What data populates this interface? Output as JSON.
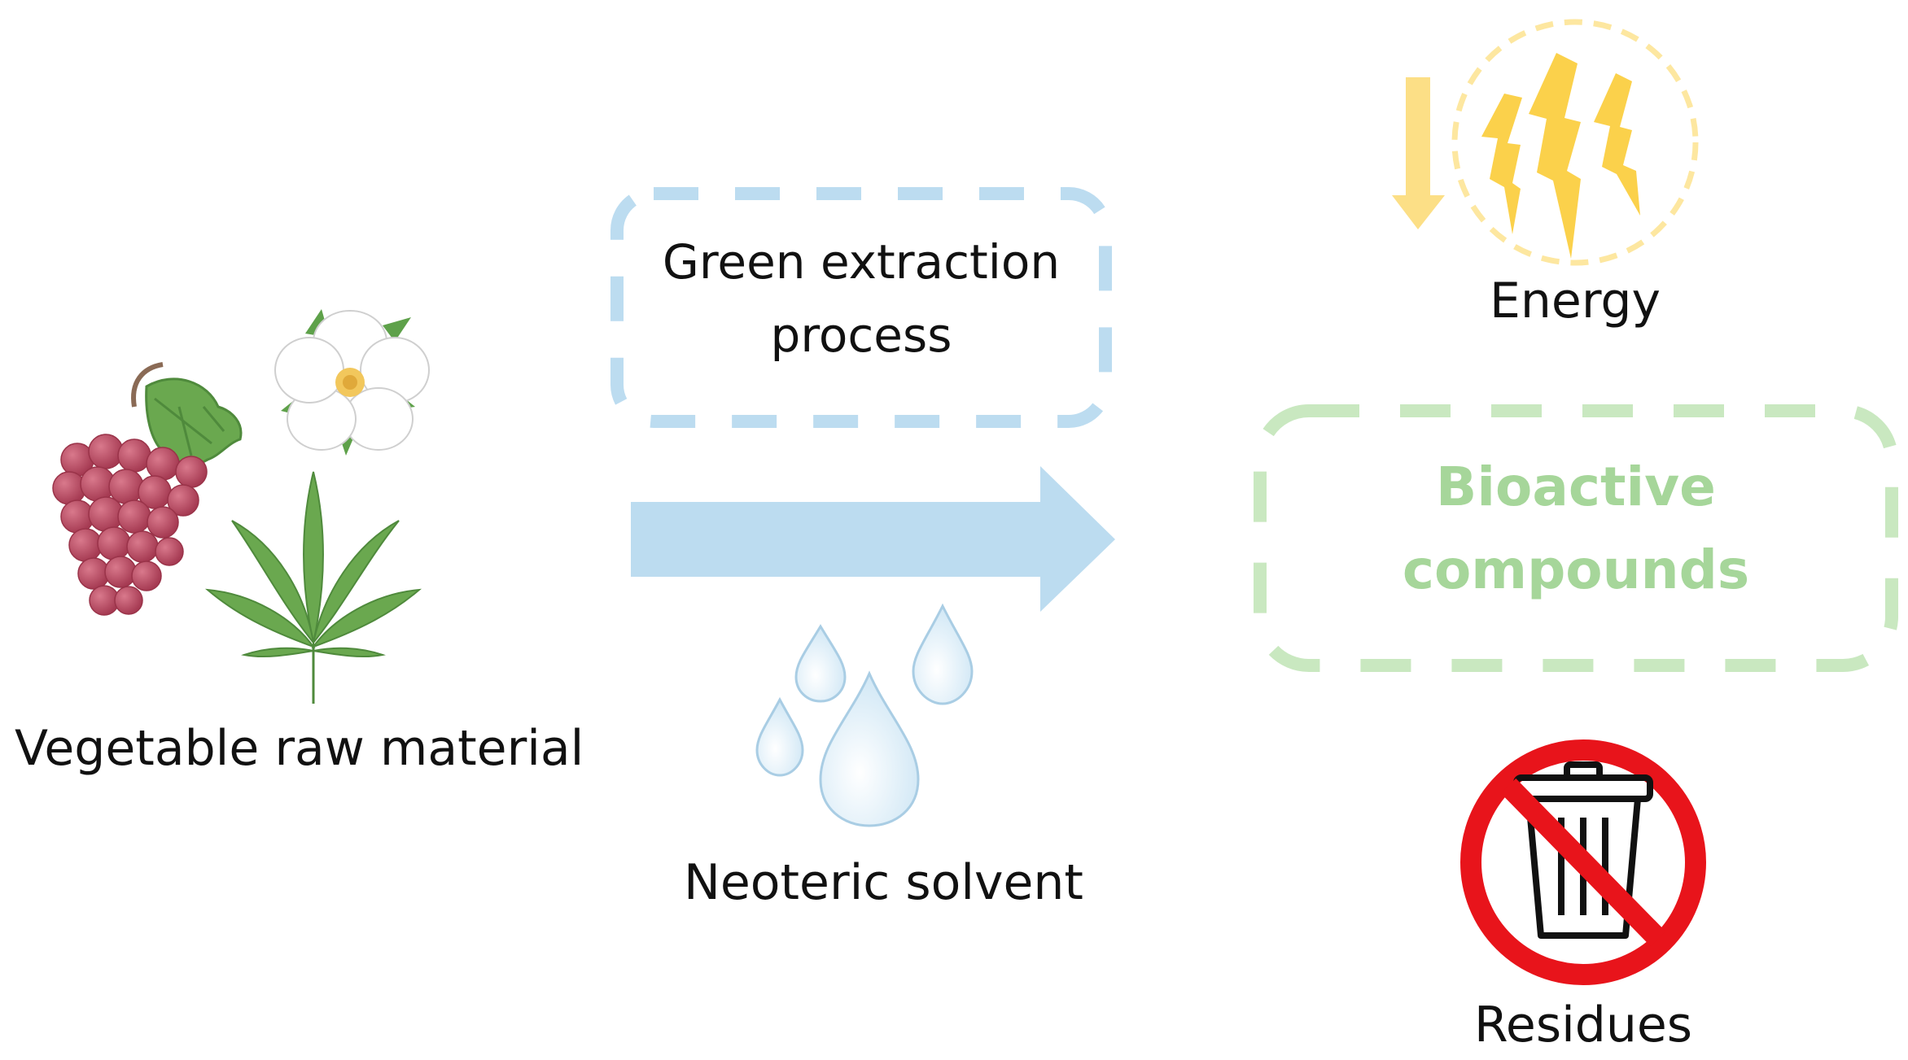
{
  "labels": {
    "raw_material": "Vegetable raw material",
    "process_line1": "Green extraction",
    "process_line2": "process",
    "solvent": "Neoteric solvent",
    "energy": "Energy",
    "product_line1": "Bioactive",
    "product_line2": "compounds",
    "residues": "Residues"
  },
  "icons": {
    "raw_material": [
      "grapes-icon",
      "flower-icon",
      "leaf-icon"
    ],
    "solvent": "water-drops-icon",
    "energy": [
      "down-arrow-icon",
      "lightning-icon"
    ],
    "residues": "no-trash-icon"
  },
  "colors": {
    "text": "#111111",
    "process_box": "#bcdcf0",
    "arrow": "#bcdcf0",
    "drops": "#a9cde4",
    "energy": "#fbd14b",
    "product": "#a9d8a0",
    "product_text": "#a6d69a",
    "prohibit": "#e8141b",
    "grape": "#b5485f",
    "leaf": "#5ea14a"
  }
}
